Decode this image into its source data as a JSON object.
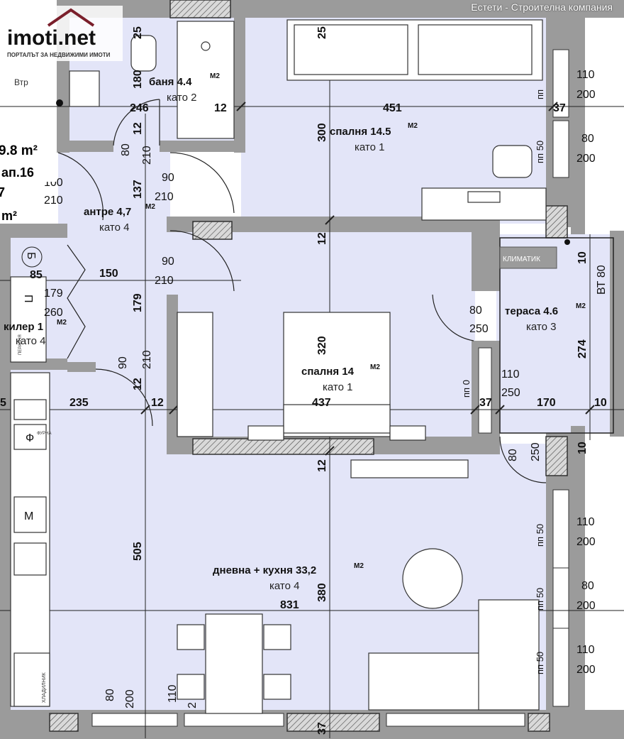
{
  "watermark": "Естети - Строителна компания",
  "logo": {
    "name": "imoti.net",
    "tagline": "ПОРТАЛЪТ ЗА НЕДВИЖИМИ ИМОТИ"
  },
  "edge_labels": {
    "area": "9.8 m²",
    "apt": "ап.16",
    "m2": "m²",
    "num": "7"
  },
  "rooms": {
    "bath": {
      "name": "баня 4.4",
      "sup": "М2",
      "floor": "като 2"
    },
    "bed1": {
      "name": "спалня 14.5",
      "sup": "М2",
      "floor": "като 1"
    },
    "hall": {
      "name": "антре 4,7",
      "sup": "М2",
      "floor": "като 4"
    },
    "closet": {
      "name": "килер 1",
      "sup": "М2",
      "floor": "като 4"
    },
    "bed2": {
      "name": "спалня 14",
      "sup": "М2",
      "floor": "като 1"
    },
    "terrace": {
      "name": "тераса 4.6",
      "sup": "М2",
      "floor": "като 3"
    },
    "living": {
      "name": "дневна + кухня 33,2",
      "sup": "М2",
      "floor": "като 4"
    }
  },
  "labels": {
    "vtr": "Втр",
    "climatic": "КЛИМАТИК",
    "vt80": "ВТ 80",
    "b": "Б",
    "p": "П",
    "f": "Ф",
    "m": "М",
    "fridge": "ХЛАДИЛНИК",
    "oven": "ФУРНА",
    "washer": "ПЕРАЛНЯ"
  },
  "dims": {
    "d25a": "25",
    "d180": "180",
    "d246": "246",
    "d12a": "12",
    "d25b": "25",
    "d451": "451",
    "d37a": "37",
    "d300": "300",
    "d12b": "12",
    "d80a": "80",
    "d210a": "210",
    "d100": "100",
    "d210b": "210",
    "d90a": "90",
    "d210c": "210",
    "d137": "137",
    "d12c": "12",
    "d90b": "90",
    "d210d": "210",
    "d85": "85",
    "d150": "150",
    "d179a": "179",
    "d260": "260",
    "d179b": "179",
    "d90c": "90",
    "d210e": "210",
    "d12d": "12",
    "d5": "5",
    "d235": "235",
    "d12e": "12",
    "d320": "320",
    "d437": "437",
    "d80b": "80",
    "d250a": "250",
    "d110a": "110",
    "d250b": "250",
    "pp0": "пп 0",
    "d37b": "37",
    "d170": "170",
    "d10a": "10",
    "d274": "274",
    "d10b": "10",
    "d10c": "10",
    "d80c": "80",
    "d250c": "250",
    "d12f": "12",
    "d505": "505",
    "d380": "380",
    "d831": "831",
    "w110a": "110",
    "w200a": "200",
    "pp50a": "пп",
    "w80a": "80",
    "w200b": "200",
    "pp50b": "пп 50",
    "w110b": "110",
    "w200c": "200",
    "pp50c": "пп 50",
    "w80b": "80",
    "w200d": "200",
    "pp50d": "пп 50",
    "w110c": "110",
    "w200e": "200",
    "pp50e": "пп 50",
    "b80": "80",
    "b200": "200",
    "b110": "110",
    "b2": "2",
    "b37": "37"
  },
  "colors": {
    "floor": "#e3e5f8",
    "wall": "#9b9b9b",
    "hatch": "#444444",
    "line": "#222222",
    "accent": "#7a1f2b"
  }
}
